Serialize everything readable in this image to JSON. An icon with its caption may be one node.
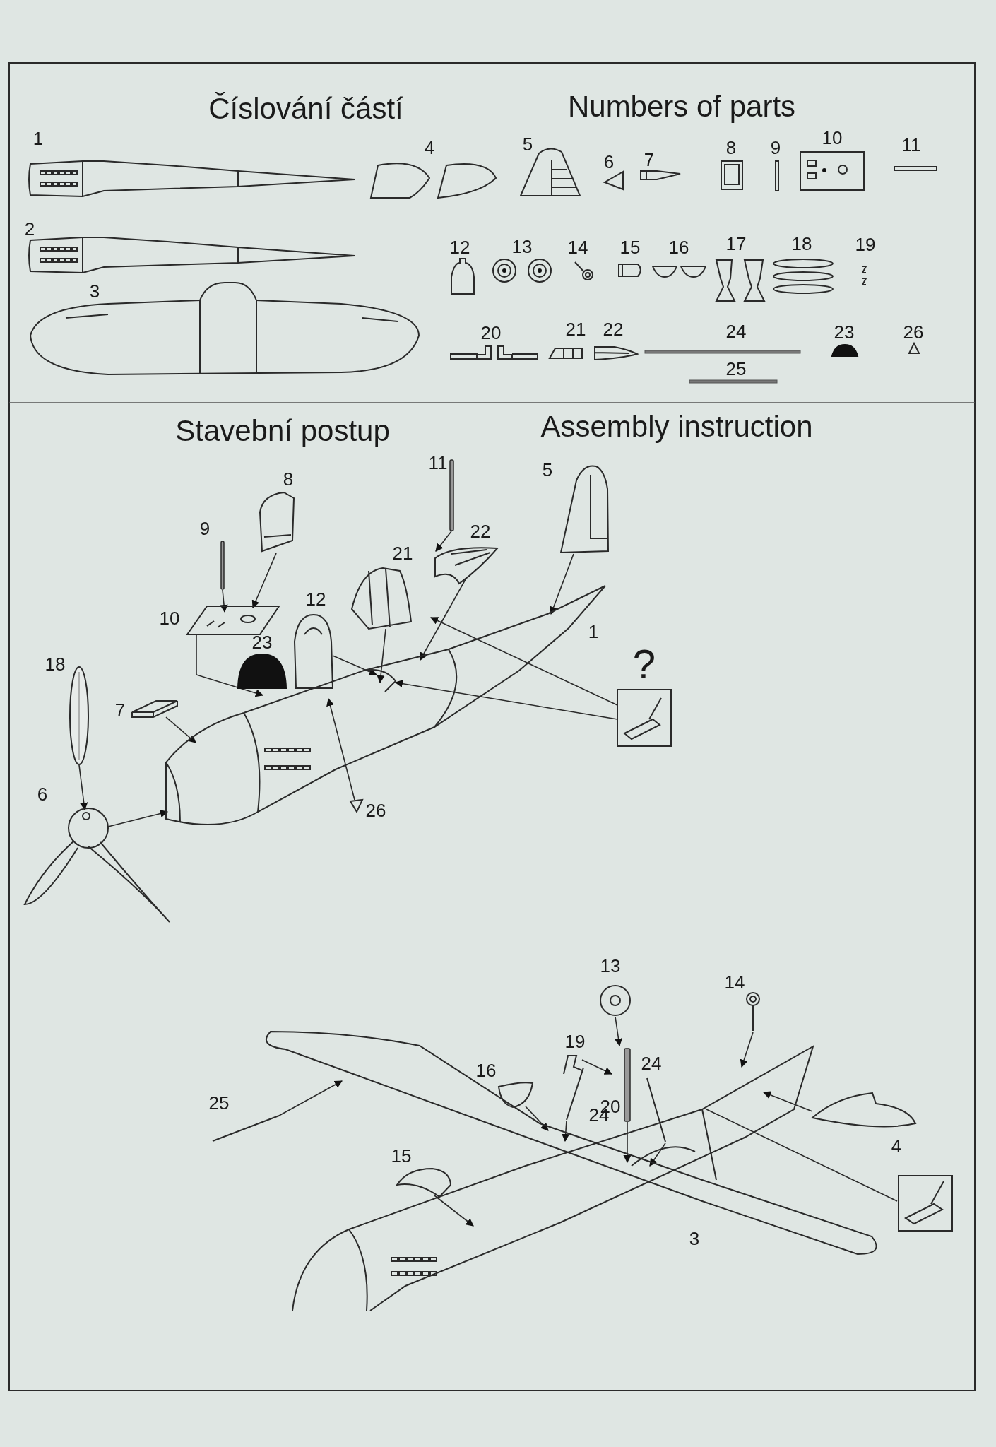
{
  "diagram": {
    "nodes": [
      {
        "text": [],
        "shape": "picture",
        "beside": [
          "1"
        ]
      },
      {
        "text": [],
        "shape": "picture",
        "beside": [
          "5"
        ]
      },
      {
        "text": [],
        "shape": "bar",
        "beside": [
          "11"
        ]
      },
      {
        "text": [],
        "shape": "picture",
        "beside": [
          "22"
        ]
      },
      {
        "text": [],
        "shape": "picture",
        "beside": [
          "21"
        ]
      },
      {
        "text": [],
        "shape": "picture",
        "beside": [
          "8"
        ]
      },
      {
        "text": [],
        "shape": "bar",
        "beside": [
          "9"
        ]
      },
      {
        "text": [],
        "shape": "picture",
        "beside": [
          "10"
        ]
      },
      {
        "text": [],
        "shape": "picture",
        "beside": [
          "12"
        ]
      },
      {
        "text": [],
        "shape": "semicircle",
        "beside": [
          "23"
        ]
      },
      {
        "text": [],
        "shape": "ellipse",
        "beside": [
          "18"
        ]
      },
      {
        "text": [],
        "shape": "picture",
        "beside": [
          "7"
        ]
      },
      {
        "text": [],
        "shape": "picture",
        "beside": [
          "6"
        ]
      },
      {
        "text": [],
        "shape": "picture",
        "beside": [
          "26"
        ]
      },
      {
        "text": [
          "?"
        ]
      },
      {
        "text": [],
        "shape": "picture",
        "beside": [
          "3"
        ]
      },
      {
        "text": [],
        "shape": "picture",
        "beside": [
          "13"
        ]
      },
      {
        "text": [],
        "shape": "picture",
        "beside": [
          "14"
        ]
      },
      {
        "text": [],
        "shape": "picture",
        "beside": [
          "19"
        ]
      },
      {
        "text": [],
        "shape": "picture",
        "beside": [
          "16"
        ]
      },
      {
        "text": [],
        "shape": "picture",
        "beside": [
          "24"
        ]
      },
      {
        "text": [],
        "shape": "bar",
        "beside": [
          "20"
        ]
      },
      {
        "text": [],
        "shape": "picture",
        "beside": [
          "24"
        ]
      },
      {
        "text": [],
        "shape": "picture",
        "beside": [
          "25"
        ]
      },
      {
        "text": [],
        "shape": "picture",
        "beside": [
          "15"
        ]
      },
      {
        "text": [],
        "shape": "picture",
        "beside": [
          "4"
        ]
      },
      {
        "text": [],
        "shape": "picture"
      }
    ],
    "edges": [
      {
        "from": 1,
        "to": 0,
        "arrow": "to"
      },
      {
        "from": 2,
        "to": 3,
        "arrow": "to"
      },
      {
        "from": 3,
        "to": 0,
        "arrow": "to"
      },
      {
        "from": 4,
        "to": 0,
        "arrow": "to"
      },
      {
        "from": 5,
        "to": 7,
        "arrow": "to"
      },
      {
        "from": 6,
        "to": 7,
        "arrow": "to"
      },
      {
        "from": 7,
        "to": 0,
        "arrow": "to"
      },
      {
        "from": 8,
        "to": 0,
        "arrow": "to"
      },
      {
        "from": 10,
        "to": 12,
        "arrow": "to"
      },
      {
        "from": 12,
        "to": 0,
        "arrow": "to"
      },
      {
        "from": 11,
        "to": 0,
        "arrow": "to"
      },
      {
        "from": 13,
        "to": 0,
        "arrow": "to"
      },
      {
        "from": 14,
        "to": 0,
        "arrow": "to"
      },
      {
        "from": 14,
        "to": 0,
        "arrow": "to"
      },
      {
        "from": 16,
        "to": 15,
        "arrow": "to"
      },
      {
        "from": 17,
        "to": 15,
        "arrow": "to"
      },
      {
        "from": 18,
        "to": 15,
        "arrow": "to"
      },
      {
        "from": 19,
        "to": 15,
        "arrow": "to"
      },
      {
        "from": 20,
        "to": 15,
        "arrow": "to"
      },
      {
        "from": 21,
        "to": 15,
        "arrow": "to"
      },
      {
        "from": 22,
        "to": 15,
        "arrow": "to"
      },
      {
        "from": 23,
        "to": 15,
        "arrow": "to"
      },
      {
        "from": 24,
        "to": 15,
        "arrow": "to"
      },
      {
        "from": 25,
        "to": 15,
        "arrow": "to"
      },
      {
        "from": 26,
        "to": 15,
        "arrow": "none"
      }
    ],
    "labels": [
      "Číslování částí",
      "Numbers of parts",
      "1",
      "4",
      "5",
      "6",
      "7",
      "8",
      "9",
      "10",
      "11",
      "2",
      "12",
      "13",
      "14",
      "15",
      "16",
      "17",
      "18",
      "19",
      "3",
      "20",
      "21",
      "22",
      "24",
      "23",
      "26",
      "25",
      "Stavební postup",
      "Assembly instruction"
    ]
  }
}
